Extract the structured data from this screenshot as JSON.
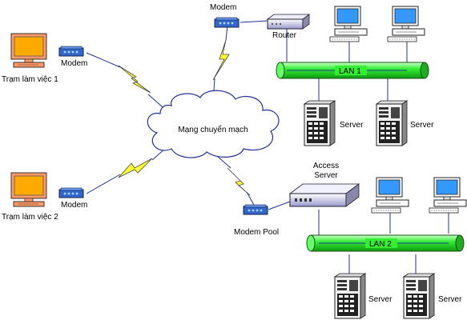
{
  "diagram": {
    "cloud_label": "Mạng chuyển mạch",
    "workstation_1": "Trạm làm việc 1",
    "workstation_2": "Trạm làm việc 2",
    "modem_ws1": "Modem",
    "modem_ws2": "Modem",
    "modem_top": "Modem",
    "router": "Router",
    "lan1": "LAN 1",
    "lan2": "LAN 2",
    "server_1": "Server",
    "server_2": "Server",
    "server_3": "Server",
    "server_4": "Server",
    "access_server_line1": "Access",
    "access_server_line2": "Server",
    "modem_pool": "Modem Pool"
  },
  "colors": {
    "lan_pipe": "#33ee33",
    "lightning": "#ffff33",
    "modem_blue": "#3366cc",
    "monitor_screen": "#ffaa00",
    "monitor_frame": "#ff9966"
  }
}
